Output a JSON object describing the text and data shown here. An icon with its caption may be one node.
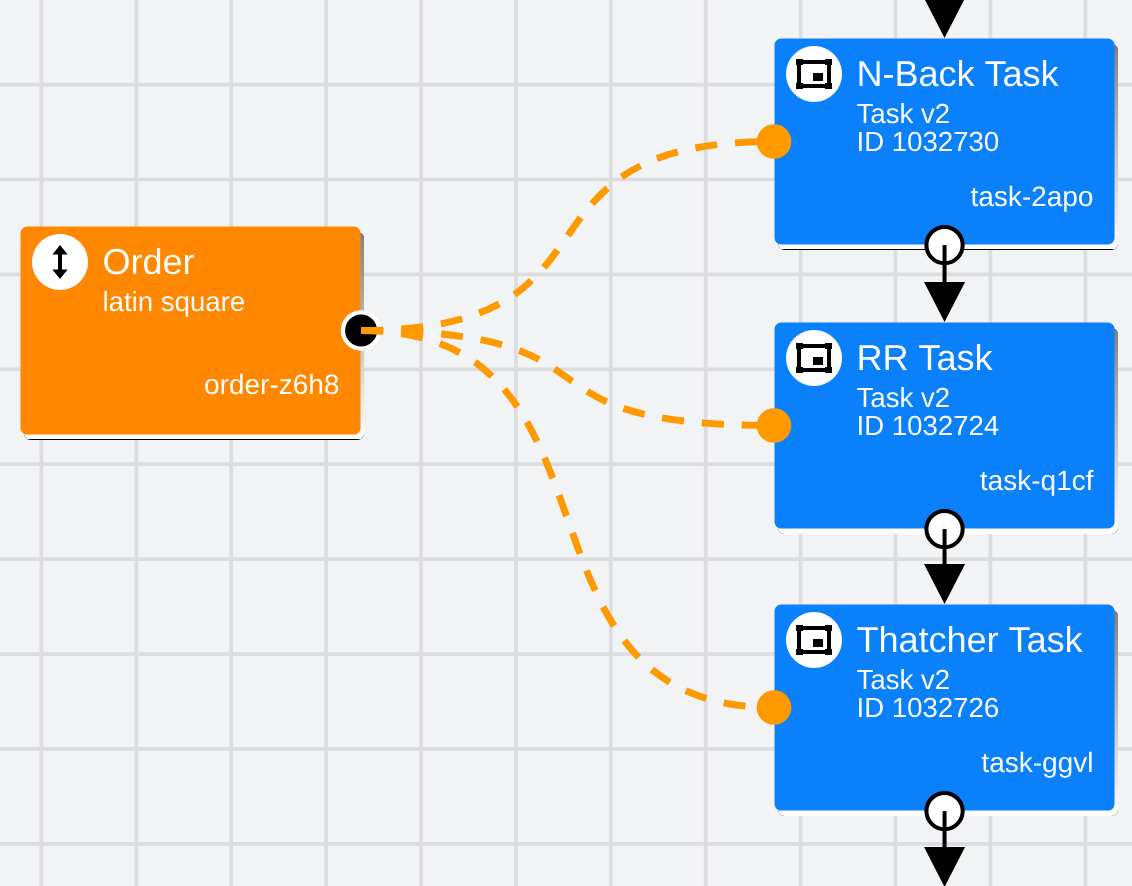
{
  "diagram": {
    "nodes": [
      {
        "text": [
          "Order",
          "latin square",
          "order-z6h8"
        ]
      },
      {
        "text": [
          "N-Back Task",
          "Task v2",
          "ID 1032730",
          "task-2apo"
        ]
      },
      {
        "text": [
          "RR Task",
          "Task v2",
          "ID 1032724",
          "task-q1cf"
        ]
      },
      {
        "text": [
          "Thatcher Task",
          "Task v2",
          "ID 1032726",
          "task-ggvl"
        ]
      }
    ],
    "edges": [
      {
        "from": null,
        "to": 1,
        "arrow": "to"
      },
      {
        "from": 1,
        "to": 2,
        "arrow": "to"
      },
      {
        "from": 2,
        "to": 3,
        "arrow": "to"
      },
      {
        "from": 3,
        "to": null,
        "arrow": "to"
      },
      {
        "from": 0,
        "to": 1,
        "arrow": "other",
        "style": "dashed",
        "color": "#ff9900"
      },
      {
        "from": 0,
        "to": 2,
        "arrow": "other",
        "style": "dashed",
        "color": "#ff9900"
      },
      {
        "from": 0,
        "to": 3,
        "arrow": "other",
        "style": "dashed",
        "color": "#ff9900"
      }
    ]
  }
}
